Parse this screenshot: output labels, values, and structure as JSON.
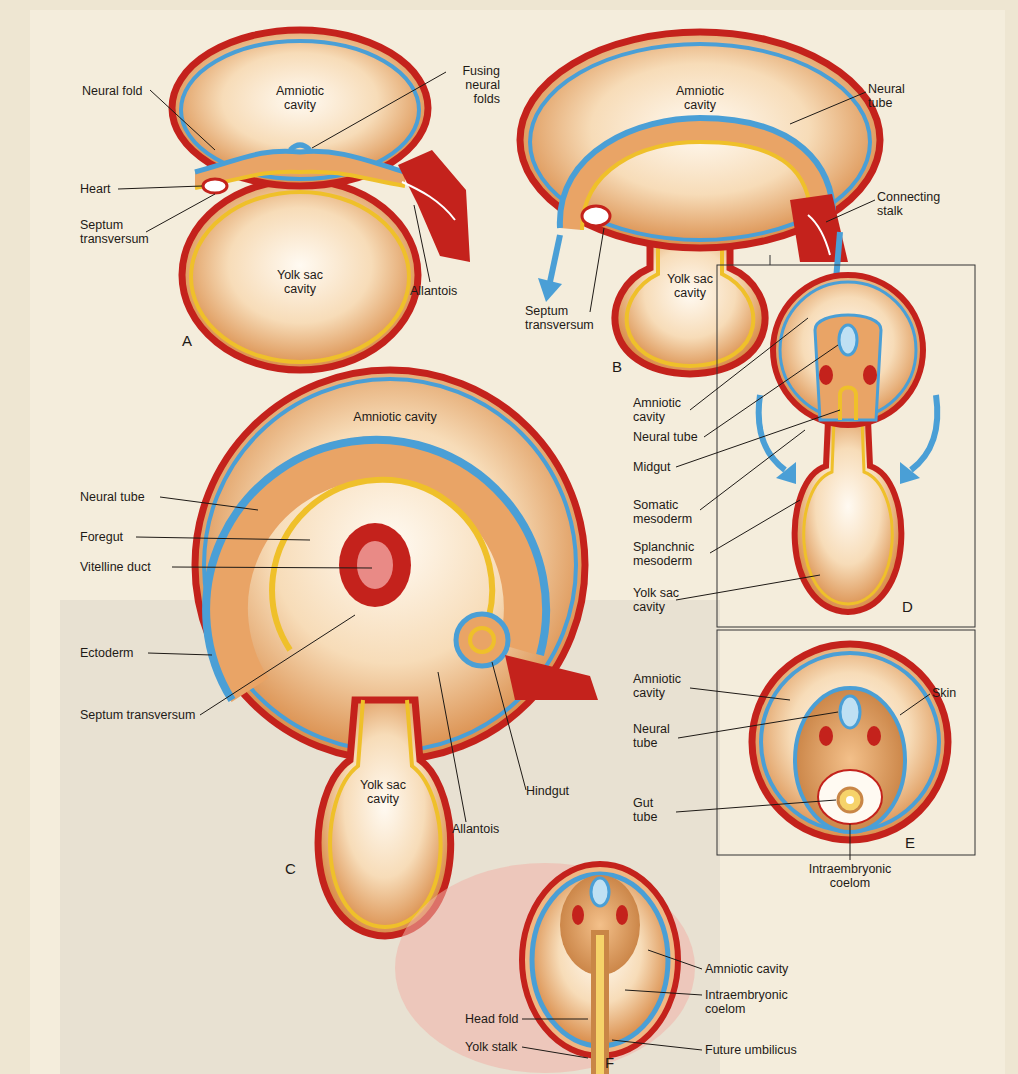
{
  "diagram": {
    "labels": [
      "Neural fold",
      "Amniotic cavity",
      "Fusing neural folds",
      "Heart",
      "Septum transversum",
      "Yolk sac cavity",
      "Allantois",
      "A",
      "Amniotic cavity",
      "Neural tube",
      "Connecting stalk",
      "Yolk sac cavity",
      "Septum transversum",
      "B",
      "Amniotic cavity",
      "Neural tube",
      "Foregut",
      "Vitelline duct",
      "Ectoderm",
      "Septum transversum",
      "Yolk sac cavity",
      "Allantois",
      "Hindgut",
      "C",
      "Amniotic cavity",
      "Neural tube",
      "Midgut",
      "Somatic mesoderm",
      "Splanchnic mesoderm",
      "Yolk sac cavity",
      "D",
      "Amniotic cavity",
      "Neural tube",
      "Skin",
      "Gut tube",
      "Intraembryonic coelom",
      "E",
      "Amniotic cavity",
      "Intraembryonic coelom",
      "Head fold",
      "Future umbilicus",
      "Yolk stalk",
      "F"
    ]
  }
}
